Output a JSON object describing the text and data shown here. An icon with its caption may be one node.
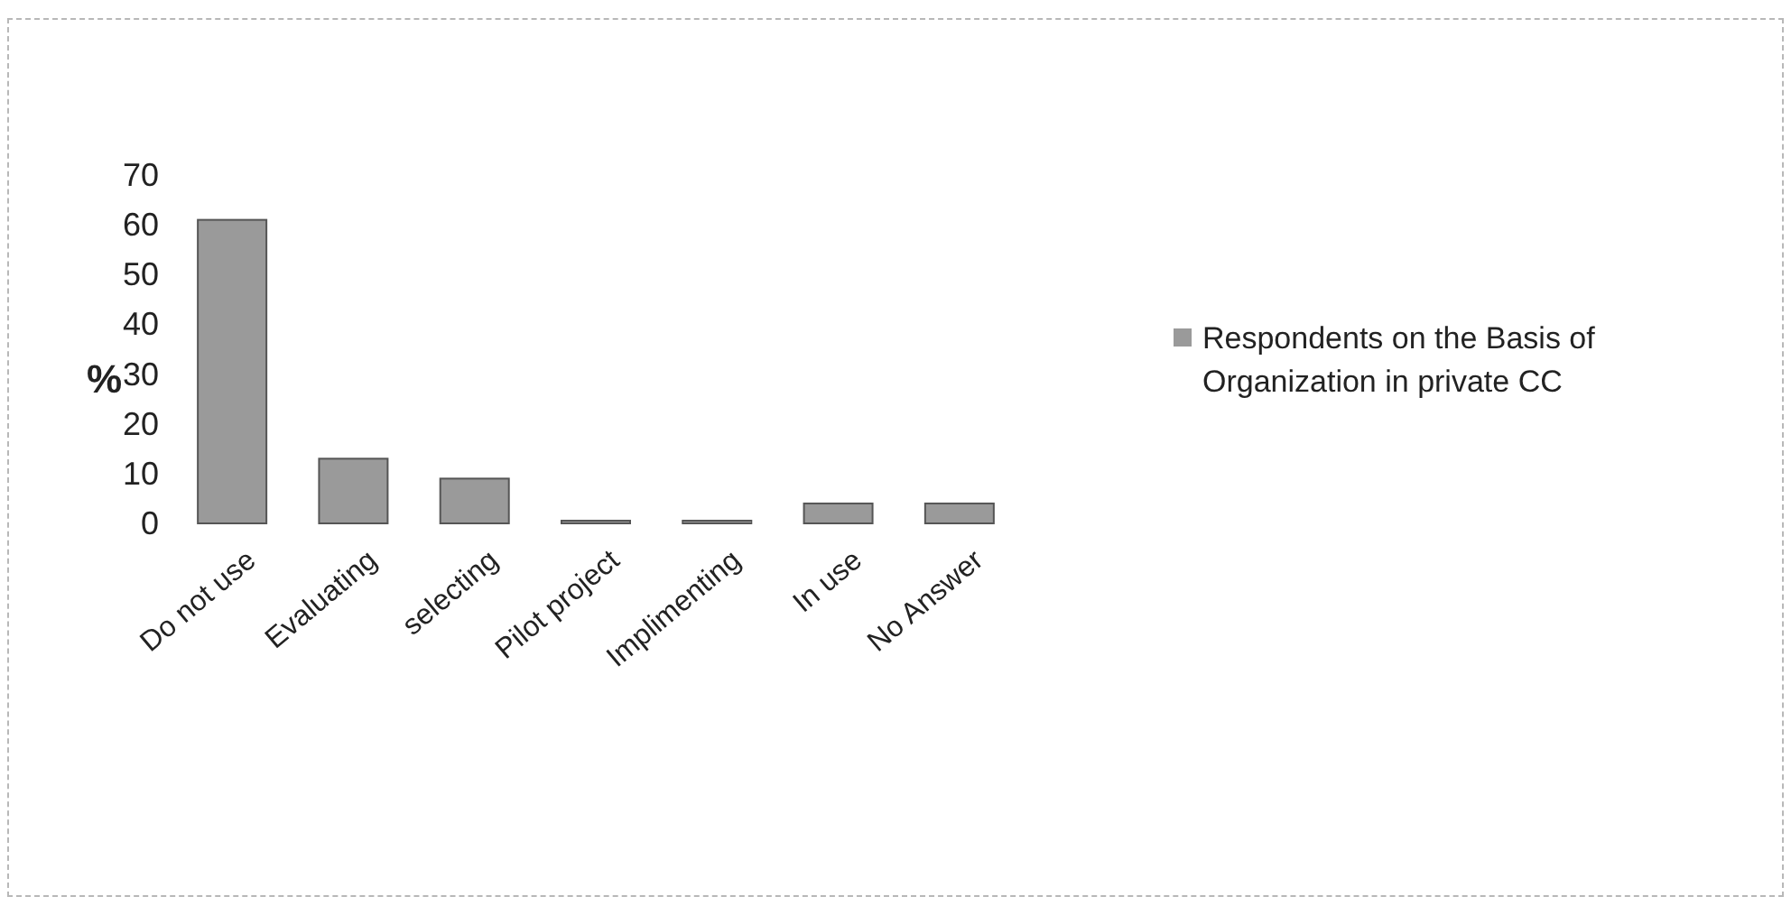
{
  "diagram": {
    "chart_data": {
      "type": "bar",
      "ylabel": "%",
      "categories": [
        "Do not use",
        "Evaluating",
        "selecting",
        "Pilot project",
        "Implimenting",
        "In use",
        "No Answer"
      ],
      "series": [
        {
          "name": "Respondents on the Basis of Organization in private CC",
          "color": "#9a9a9a",
          "values": [
            61,
            13,
            9,
            0,
            0,
            4,
            4
          ]
        }
      ],
      "ylim": [
        0,
        70
      ],
      "yticks": [
        0,
        10,
        20,
        30,
        40,
        50,
        60,
        70
      ]
    }
  }
}
